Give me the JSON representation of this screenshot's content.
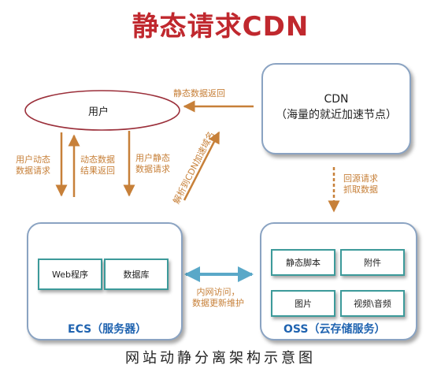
{
  "title": "静态请求CDN",
  "caption": "网站动静分离架构示意图",
  "user": {
    "label": "用户"
  },
  "cdn": {
    "title": "CDN",
    "subtitle": "（海量的就近加速节点）"
  },
  "ecs": {
    "label": "ECS（服务器）",
    "items": [
      "Web程序",
      "数据库"
    ]
  },
  "oss": {
    "label": "OSS（云存储服务）",
    "items": [
      "静态脚本",
      "附件",
      "图片",
      "视频\\音频"
    ]
  },
  "arrows": {
    "static_return": "静态数据返回",
    "dynamic_request": [
      "用户动态",
      "数据请求"
    ],
    "dynamic_return": [
      "动态数据",
      "结果返回"
    ],
    "static_request": [
      "用户静态",
      "数据请求"
    ],
    "resolve_cdn": "解析到CDN加速域名",
    "origin_fetch": [
      "回源请求",
      "抓取数据"
    ],
    "intranet": [
      "内网访问，",
      "数据更新维护"
    ]
  },
  "colors": {
    "title": "#c0282e",
    "arrow": "#c78039",
    "label": "#1f63b0",
    "ellipse": "#9b2f3a",
    "double_arrow": "#5aa8c8"
  }
}
